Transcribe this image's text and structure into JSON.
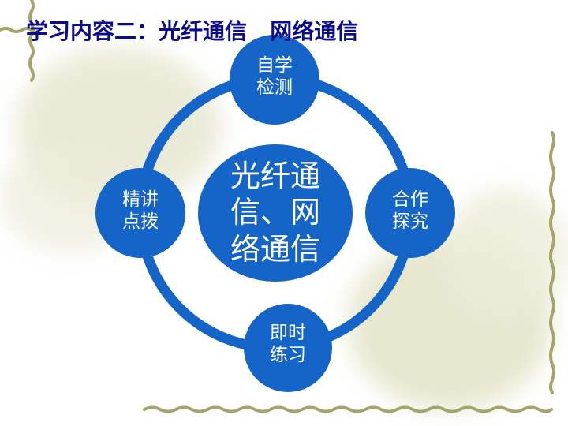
{
  "slide": {
    "title": "学习内容二：光纤通信   网络通信",
    "colors": {
      "title": "#0c0c8a",
      "node_fill": "#1565c8",
      "ring": "#1565c8",
      "border_vine": "#a3a56a",
      "node_text": "#ffffff"
    }
  },
  "diagram": {
    "center": {
      "line1": "光纤通",
      "line2": "信、网",
      "line3": "络通信"
    },
    "nodes": [
      {
        "position": "top",
        "line1": "自学",
        "line2": "检测"
      },
      {
        "position": "right",
        "line1": "合作",
        "line2": "探究"
      },
      {
        "position": "bottom",
        "line1": "即时",
        "line2": "练习"
      },
      {
        "position": "left",
        "line1": "精讲",
        "line2": "点拨"
      }
    ]
  }
}
